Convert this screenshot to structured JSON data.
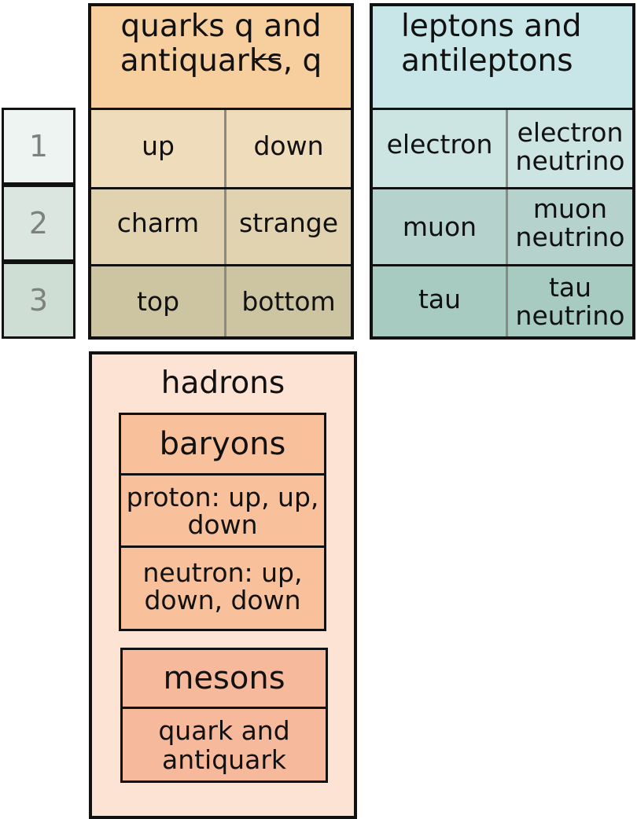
{
  "generations": [
    "1",
    "2",
    "3"
  ],
  "quarks": {
    "title_line1": "quarks q and",
    "title_line2": "antiquarks, q",
    "rows": [
      {
        "left": "up",
        "right": "down"
      },
      {
        "left": "charm",
        "right": "strange"
      },
      {
        "left": "top",
        "right": "bottom"
      }
    ]
  },
  "leptons": {
    "title_line1": "leptons and",
    "title_line2": "antileptons",
    "rows": [
      {
        "left": "electron",
        "right_line1": "electron",
        "right_line2": "neutrino"
      },
      {
        "left": "muon",
        "right_line1": "muon",
        "right_line2": "neutrino"
      },
      {
        "left": "tau",
        "right_line1": "tau",
        "right_line2": "neutrino"
      }
    ]
  },
  "hadrons": {
    "title": "hadrons",
    "baryons": {
      "title": "baryons",
      "items": [
        {
          "line1": "proton: up, up,",
          "line2": "down"
        },
        {
          "line1": "neutron: up,",
          "line2": "down, down"
        }
      ]
    },
    "mesons": {
      "title": "mesons",
      "item_line1": "quark and",
      "item_line2": "antiquark"
    }
  },
  "colors": {
    "quark_header": "#f7cf9f",
    "quark_gen1": "#efdcbb",
    "quark_gen2": "#e1d3af",
    "quark_gen3": "#cdc5a2",
    "lepton_header": "#c8e6e8",
    "lepton_gen1": "#cde5e2",
    "lepton_gen2": "#b5d3cc",
    "lepton_gen3": "#a7cbc1",
    "gen1": "#eef4f1",
    "gen2": "#dbe6e0",
    "gen3": "#cfded5",
    "hadron_bg": "#fce3d3",
    "baryon": "#f8c19b",
    "meson": "#f7b99c"
  }
}
